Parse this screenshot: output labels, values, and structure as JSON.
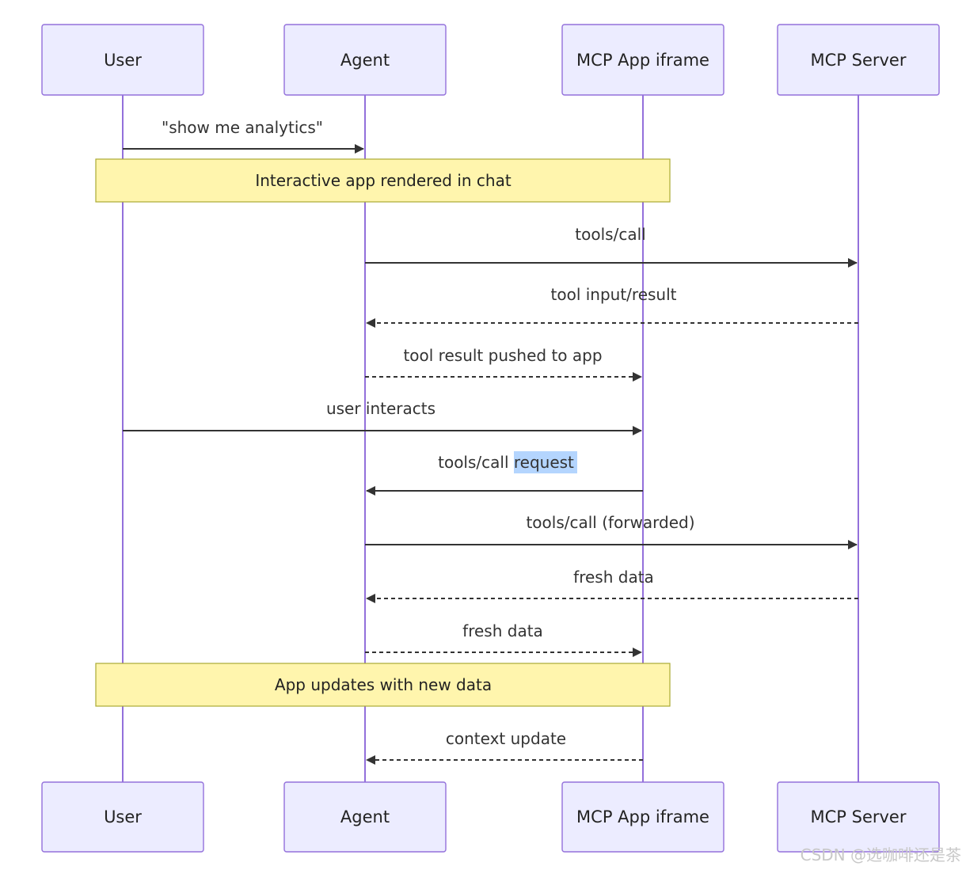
{
  "actors": [
    {
      "id": "user",
      "label": "User"
    },
    {
      "id": "agent",
      "label": "Agent"
    },
    {
      "id": "iframe",
      "label": "MCP App iframe"
    },
    {
      "id": "server",
      "label": "MCP Server"
    }
  ],
  "messages": [
    {
      "from": "user",
      "to": "agent",
      "label": "\"show me analytics\"",
      "style": "solid"
    },
    {
      "from": "agent",
      "to": "server",
      "label": "tools/call",
      "style": "solid"
    },
    {
      "from": "server",
      "to": "agent",
      "label": "tool input/result",
      "style": "dashed"
    },
    {
      "from": "agent",
      "to": "iframe",
      "label": "tool result pushed to app",
      "style": "dashed"
    },
    {
      "from": "user",
      "to": "iframe",
      "label": "user interacts",
      "style": "solid"
    },
    {
      "from": "iframe",
      "to": "agent",
      "label": "tools/call request",
      "style": "solid",
      "highlight": "request"
    },
    {
      "from": "agent",
      "to": "server",
      "label": "tools/call (forwarded)",
      "style": "solid"
    },
    {
      "from": "server",
      "to": "agent",
      "label": "fresh data",
      "style": "dashed"
    },
    {
      "from": "agent",
      "to": "iframe",
      "label": "fresh data",
      "style": "dashed"
    },
    {
      "from": "iframe",
      "to": "agent",
      "label": "context update",
      "style": "dashed"
    }
  ],
  "notes": [
    {
      "label": "Interactive app rendered in chat",
      "over": [
        "user",
        "iframe"
      ]
    },
    {
      "label": "App updates with new data",
      "over": [
        "user",
        "iframe"
      ]
    }
  ],
  "watermark": "CSDN @选咖啡还是茶",
  "colors": {
    "actor_fill": "#ececff",
    "actor_border": "#9370db",
    "lifeline": "#9370db",
    "note_fill": "#fff5ad",
    "note_border": "#aaaa33",
    "arrow": "#333333",
    "highlight": "#b4d5fe"
  }
}
